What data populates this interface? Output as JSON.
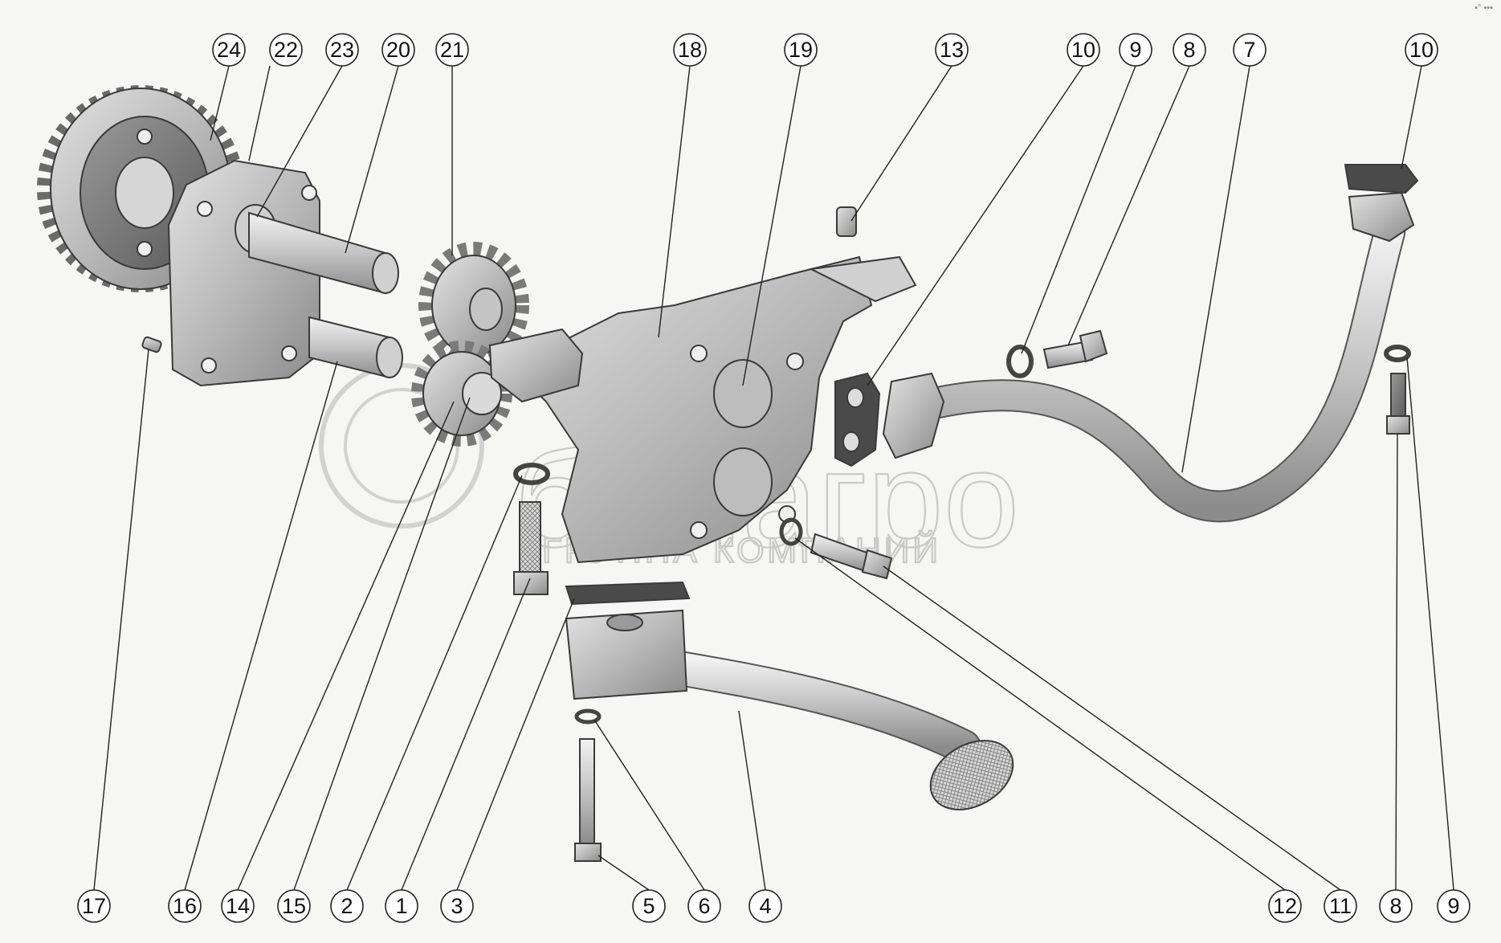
{
  "watermark": {
    "brand": "белагро",
    "subtitle": "ГРУППА КОМПАНИЙ"
  },
  "corner_mark": "•° •••",
  "callouts": [
    {
      "label": "24"
    },
    {
      "label": "22"
    },
    {
      "label": "23"
    },
    {
      "label": "20"
    },
    {
      "label": "21"
    },
    {
      "label": "18"
    },
    {
      "label": "19"
    },
    {
      "label": "13"
    },
    {
      "label": "10"
    },
    {
      "label": "9"
    },
    {
      "label": "8"
    },
    {
      "label": "7"
    },
    {
      "label": "10"
    },
    {
      "label": "17"
    },
    {
      "label": "16"
    },
    {
      "label": "14"
    },
    {
      "label": "15"
    },
    {
      "label": "2"
    },
    {
      "label": "1"
    },
    {
      "label": "3"
    },
    {
      "label": "5"
    },
    {
      "label": "6"
    },
    {
      "label": "4"
    },
    {
      "label": "12"
    },
    {
      "label": "11"
    },
    {
      "label": "8"
    },
    {
      "label": "9"
    }
  ]
}
